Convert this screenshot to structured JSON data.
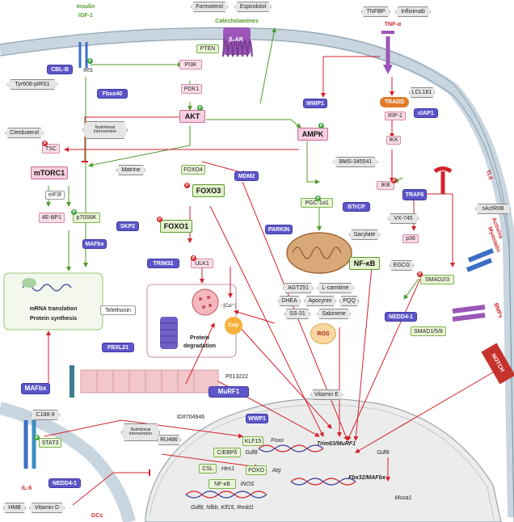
{
  "ligands": {
    "insulin": "Insulin",
    "igf1": "IGF-1",
    "formoterol": "Formoterol",
    "espindolol": "Espindolol",
    "catecholamines": "Catecholamines",
    "tnfbp": "TNFBP",
    "infliximab": "Infliximab",
    "tnfa": "TNF-α",
    "tl6": "TL6",
    "sactriib": "sActRIIB",
    "activins": "Activins",
    "myostatin": "Myostatin",
    "bmps": "BMPs",
    "il6": "IL-6",
    "gcs": "GCs"
  },
  "receptors": {
    "b2ar": "β₂AR",
    "notch": "NOTCH"
  },
  "nodes": {
    "cblb": "CBL-B",
    "tyr608": "Tyr608-pIRS1",
    "irs": "IRS",
    "fbxo40": "Fbxo40",
    "pten": "PTEN",
    "pi3k": "PI3K",
    "pdk1": "PDK1",
    "akt": "AKT",
    "wwp1_top": "WWP1",
    "ampk": "AMPK",
    "clenbuterol": "Clenbuterol",
    "nutritional_top": "Nutritional intervention",
    "tsc": "TSC",
    "mtorc1": "mTORC1",
    "eif3f": "eIF3f",
    "ebp1": "4E-BP1",
    "p70s6k": "p70S6K",
    "mafbx_small": "MAFbx",
    "matrine": "Matrine",
    "foxo4": "FOXO4",
    "mdm2": "MDM2",
    "foxo3": "FOXO3",
    "skp2": "SKP2",
    "foxo1": "FOXO1",
    "tradd": "TRADD",
    "lcl161": "LCL161",
    "rip1": "RIP-1",
    "ciap1": "cIAP1",
    "ikk": "IKK",
    "bms": "BMS-345541",
    "ikb": "IKB",
    "btrcp": "BTrCP",
    "traf6": "TRAF6",
    "pgc1a": "PGC-1α1",
    "parkin": "PARKIN",
    "vx745": "VX-745",
    "sacylate": "Sacylate",
    "p38": "p38",
    "nfkb": "NF-κB",
    "egcg": "EGCG",
    "smad23": "SMAD2/3",
    "agt251": "AGT251",
    "lcarnitine": "L-carnitine",
    "dhea": "DHEA",
    "apocynin": "Apocynin",
    "pqq": "PQQ",
    "ss31": "SS-31",
    "sabinene": "Sabinene",
    "ros": "ROS",
    "nedd4_right": "NEDD4-1",
    "smad158": "SMAD1/5/8",
    "trim32": "TRIM32",
    "ulk1": "ULK1",
    "mrna_line1": "mRNA translation",
    "mrna_line2": "Protein synthesis",
    "telethonin": "Telethonin",
    "fbxl21": "FBXL21",
    "ca": "↑[Ca²⁺]",
    "calp": "Calp",
    "protdeg_line1": "Protein",
    "protdeg_line2": "degradation",
    "mafbx": "MAFbx",
    "p013222": "P013222",
    "murf1": "MuRF1",
    "id704946": "ID#704946",
    "vitamine": "Vitamin E",
    "c1889": "C188-9",
    "stat3": "STAT3",
    "nutritional_bottom": "Nutritional intervention",
    "ru486": "RU486",
    "wwp1_bottom": "WWP1",
    "cebpd": "C/EBPδ",
    "klf15": "KLF15",
    "csl": "CSL",
    "foxo_box": "FOXO",
    "nfkb_box": "NF-κB",
    "nedd4_left": "NEDD4-1",
    "hmb": "HMB",
    "vitamind": "Vitamin D"
  },
  "genes": {
    "foxo": "Foxo",
    "gdf8_a": "Gdf8",
    "hes1": "Hes1",
    "atg": "Atg",
    "inos": "iNOS",
    "trim63": "Trim63/MuRF1",
    "fbx32": "Fbx32/MAFbx",
    "gdf8_b": "Gdf8",
    "musa1": "Musa1",
    "gr_targets": "Gdf8, Nfkb, Klf15, Redd1"
  },
  "colors": {
    "activation": "#4f9a2a",
    "inhibition": "#d2232a",
    "e3_ligase": "#5d56c9",
    "membrane": "#d9e3ea",
    "nucleus": "#e9e9e9"
  }
}
